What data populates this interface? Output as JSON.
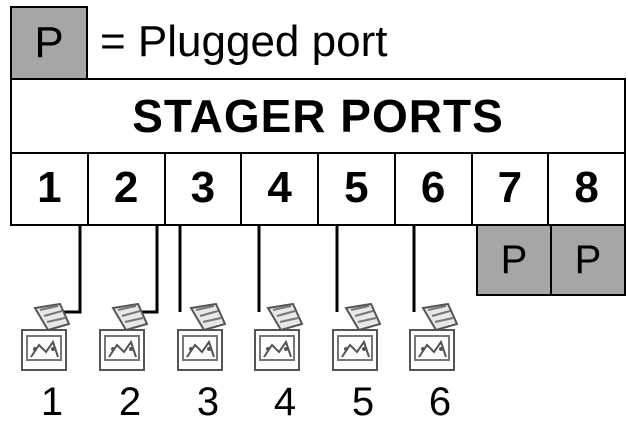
{
  "legend": {
    "symbol": "P",
    "text": "= Plugged port"
  },
  "title": "STAGER PORTS",
  "ports": [
    "1",
    "2",
    "3",
    "4",
    "5",
    "6",
    "7",
    "8"
  ],
  "plugged_ports": [
    {
      "port": "7",
      "label": "P"
    },
    {
      "port": "8",
      "label": "P"
    }
  ],
  "devices": [
    {
      "label": "1",
      "connected_port": "1"
    },
    {
      "label": "2",
      "connected_port": "2"
    },
    {
      "label": "3",
      "connected_port": "3"
    },
    {
      "label": "4",
      "connected_port": "4"
    },
    {
      "label": "5",
      "connected_port": "5"
    },
    {
      "label": "6",
      "connected_port": "6"
    }
  ],
  "colors": {
    "plugged_fill": "#a6a6a6",
    "line": "#000000",
    "background": "#ffffff"
  }
}
